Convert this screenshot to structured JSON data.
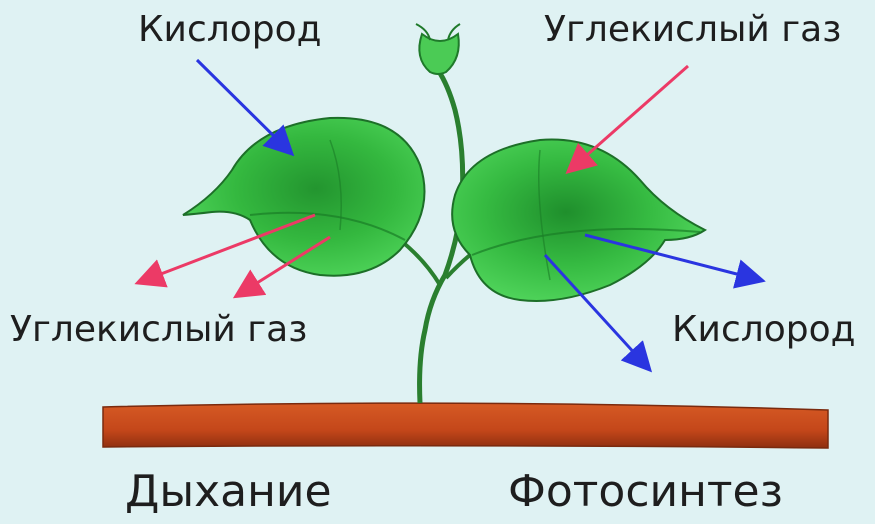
{
  "labels": {
    "top_left": "Кислород",
    "top_right": "Углекислый газ",
    "mid_left": "Углекислый газ",
    "mid_right": "Кислород",
    "bottom_left": "Дыхание",
    "bottom_right": "Фотосинтез"
  },
  "colors": {
    "background": "#dff2f3",
    "oxygen_arrow": "#2a35e0",
    "co2_arrow": "#ec3a66",
    "leaf": "#3cc84a",
    "leaf_dark": "#1f8a2e",
    "soil": "#c4471a"
  }
}
